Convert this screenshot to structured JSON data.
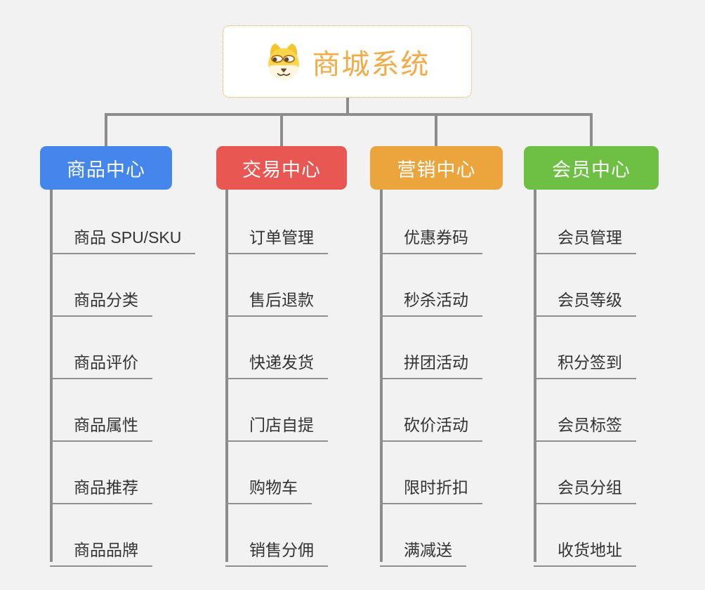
{
  "root": {
    "title": "商城系统",
    "icon": "doge-icon"
  },
  "branches": [
    {
      "label": "商品中心",
      "color": "#4486EC",
      "items": [
        "商品 SPU/SKU",
        "商品分类",
        "商品评价",
        "商品属性",
        "商品推荐",
        "商品品牌"
      ]
    },
    {
      "label": "交易中心",
      "color": "#E85752",
      "items": [
        "订单管理",
        "售后退款",
        "快递发货",
        "门店自提",
        "购物车",
        "销售分佣"
      ]
    },
    {
      "label": "营销中心",
      "color": "#EBA53C",
      "items": [
        "优惠券码",
        "秒杀活动",
        "拼团活动",
        "砍价活动",
        "限时折扣",
        "满减送"
      ]
    },
    {
      "label": "会员中心",
      "color": "#6EC044",
      "items": [
        "会员管理",
        "会员等级",
        "积分签到",
        "会员标签",
        "会员分组",
        "收货地址"
      ]
    }
  ],
  "colors": {
    "background": "#F2F2F2",
    "connector": "#8C8C8C",
    "root_border": "#F2A93F",
    "root_text": "#F2AC47",
    "leaf_text": "#333333",
    "leaf_underline": "#909090"
  }
}
